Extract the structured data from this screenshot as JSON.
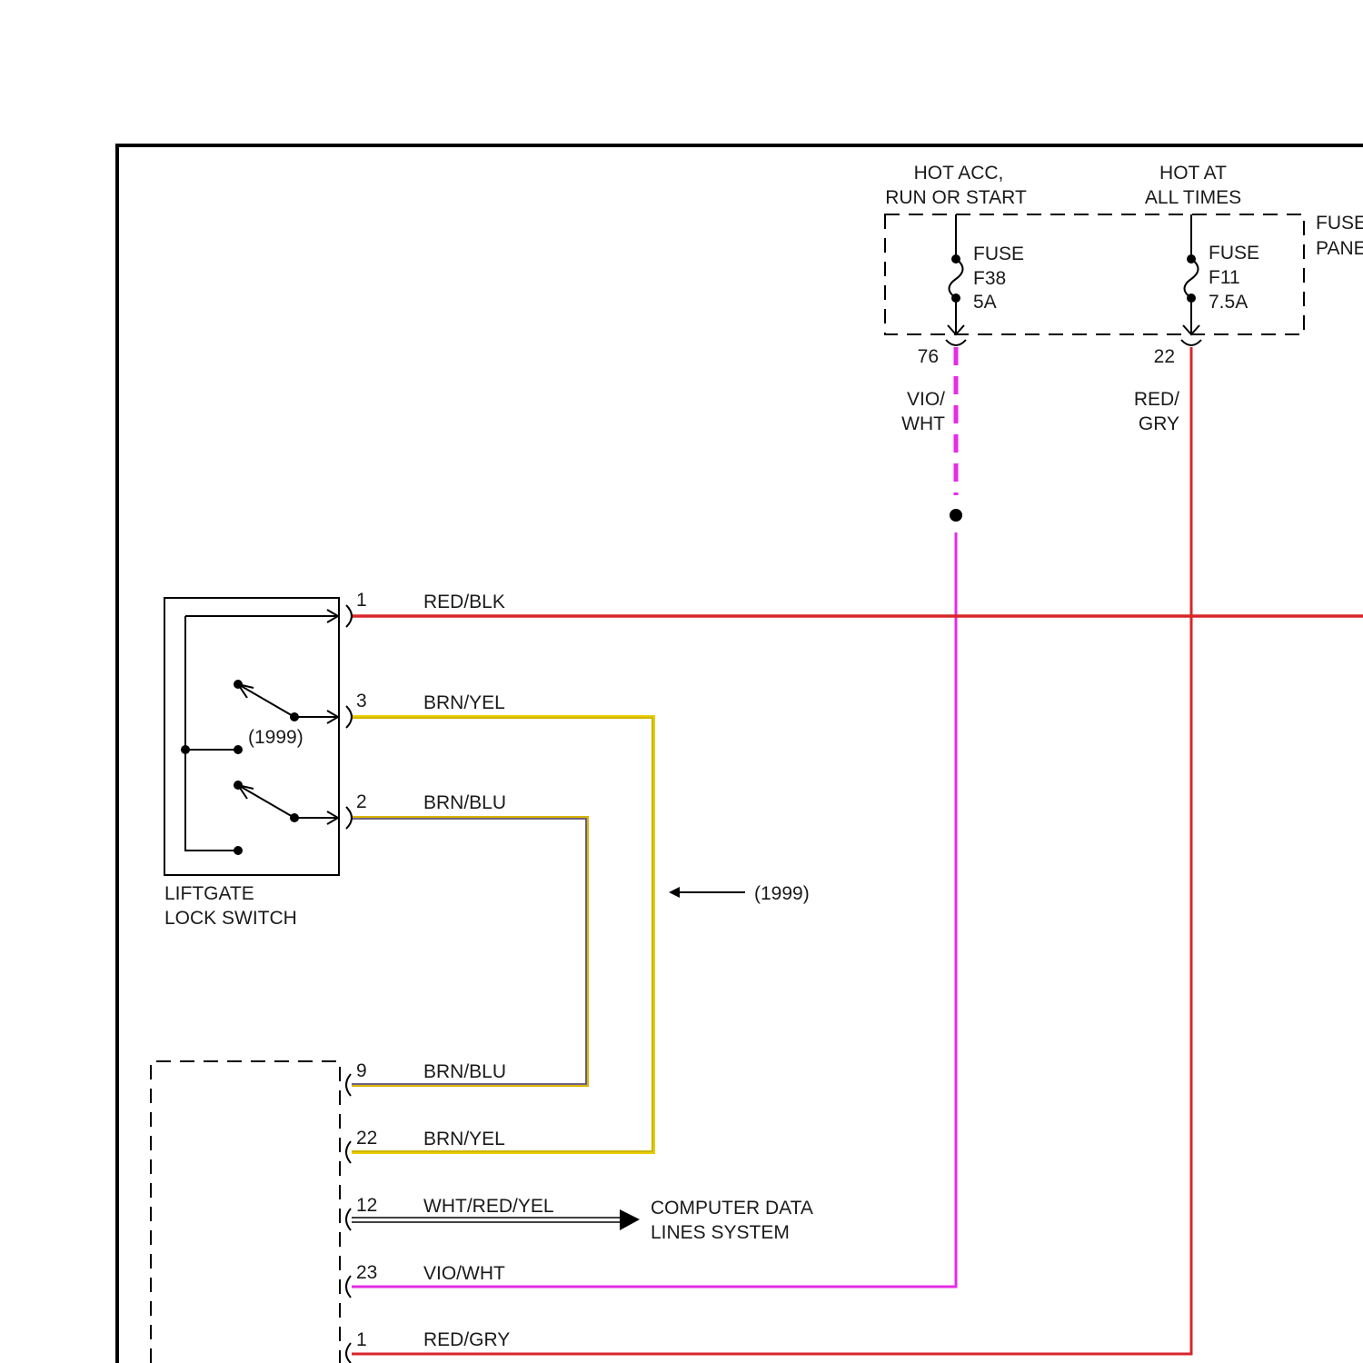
{
  "colors": {
    "frame": "#000000",
    "red": "#d8262a",
    "violet": "#e62be6",
    "yellow": "#e8cc00",
    "blue": "#4a4ab0",
    "dark_red": "#8a1a1a"
  },
  "fuse_panel": {
    "label_line1": "FUSE",
    "label_line2": "PANEL",
    "feed_a_line1": "HOT ACC,",
    "feed_a_line2": "RUN OR START",
    "feed_b_line1": "HOT AT",
    "feed_b_line2": "ALL TIMES",
    "fuse_a": {
      "line1": "FUSE",
      "line2": "F38",
      "line3": "5A",
      "pin": "76"
    },
    "fuse_b": {
      "line1": "FUSE",
      "line2": "F11",
      "line3": "7.5A",
      "pin": "22"
    }
  },
  "vertical_wires": {
    "vio_wht_line1": "VIO/",
    "vio_wht_line2": "WHT",
    "red_gry_line1": "RED/",
    "red_gry_line2": "GRY"
  },
  "switch": {
    "label_line1": "LIFTGATE",
    "label_line2": "LOCK SWITCH",
    "year_note": "(1999)",
    "pins": [
      {
        "pin": "1",
        "wire": "RED/BLK"
      },
      {
        "pin": "3",
        "wire": "BRN/YEL"
      },
      {
        "pin": "2",
        "wire": "BRN/BLU"
      }
    ]
  },
  "year_arrow_label": "(1999)",
  "module_pins": [
    {
      "pin": "9",
      "wire": "BRN/BLU"
    },
    {
      "pin": "22",
      "wire": "BRN/YEL"
    },
    {
      "pin": "12",
      "wire": "WHT/RED/YEL"
    },
    {
      "pin": "23",
      "wire": "VIO/WHT"
    },
    {
      "pin": "1",
      "wire": "RED/GRY"
    }
  ],
  "data_lines": {
    "line1": "COMPUTER DATA",
    "line2": "LINES SYSTEM"
  }
}
